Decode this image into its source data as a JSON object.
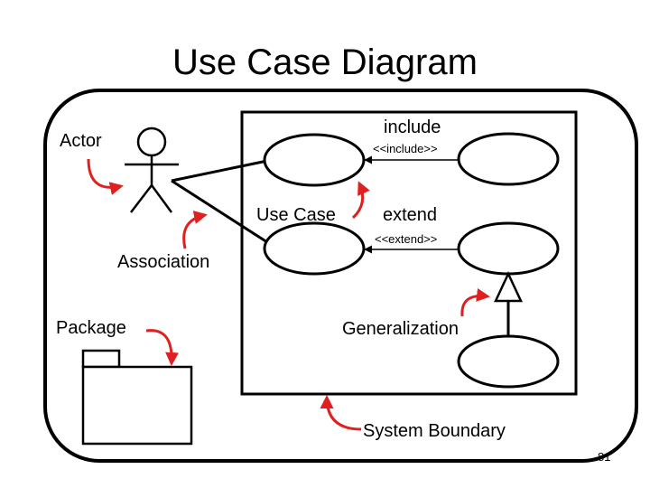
{
  "slide": {
    "title": "Use Case Diagram",
    "page_number": "81"
  },
  "labels": {
    "actor": "Actor",
    "association": "Association",
    "package": "Package",
    "use_case": "Use Case",
    "include": "include",
    "include_stereotype": "<<include>>",
    "extend": "extend",
    "extend_stereotype": "<<extend>>",
    "generalization": "Generalization",
    "system_boundary": "System Boundary"
  },
  "colors": {
    "ink": "#000000",
    "callout_arrow": "#e02020",
    "background": "#ffffff"
  }
}
